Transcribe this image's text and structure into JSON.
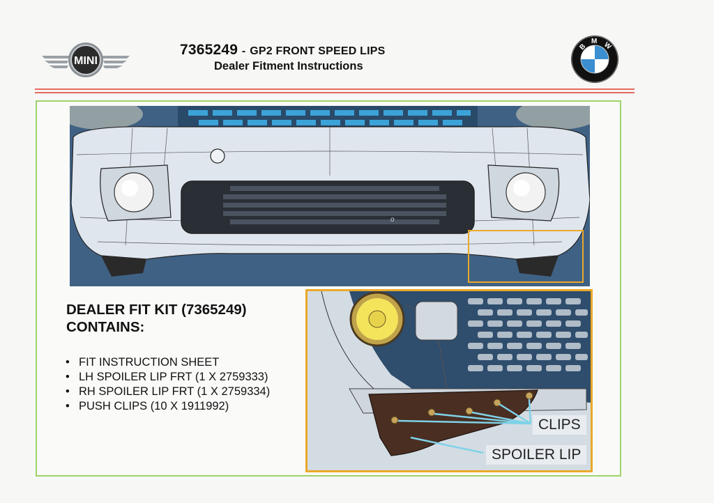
{
  "header": {
    "part_number": "7365249",
    "separator": "-",
    "product_name": "GP2 FRONT SPEED LIPS",
    "subtitle": "Dealer Fitment Instructions",
    "left_logo": {
      "icon": "mini-logo",
      "text": "MINI"
    },
    "right_logo": {
      "icon": "bmw-roundel-logo",
      "letters": [
        "B",
        "M",
        "W"
      ]
    }
  },
  "kit": {
    "heading_line1": "DEALER FIT KIT (7365249)",
    "heading_line2": "CONTAINS:",
    "items": [
      "FIT INSTRUCTION SHEET",
      "LH SPOILER LIP FRT (1 X 2759333)",
      "RH SPOILER LIP FRT (1 X 2759334)",
      "PUSH CLIPS (10 X 1911992)"
    ]
  },
  "detail_callouts": {
    "clips": "CLIPS",
    "spoiler_lip": "SPOILER LIP"
  },
  "colors": {
    "header_rule": "#e46a60",
    "frame_border": "#9ed36a",
    "highlight_border": "#eaa92a",
    "illustration_bg": "#3d5e80",
    "bumper_body": "#dfe6ee",
    "spoiler_lip": "#4a2e22",
    "callout_line": "#7fd2e8"
  }
}
